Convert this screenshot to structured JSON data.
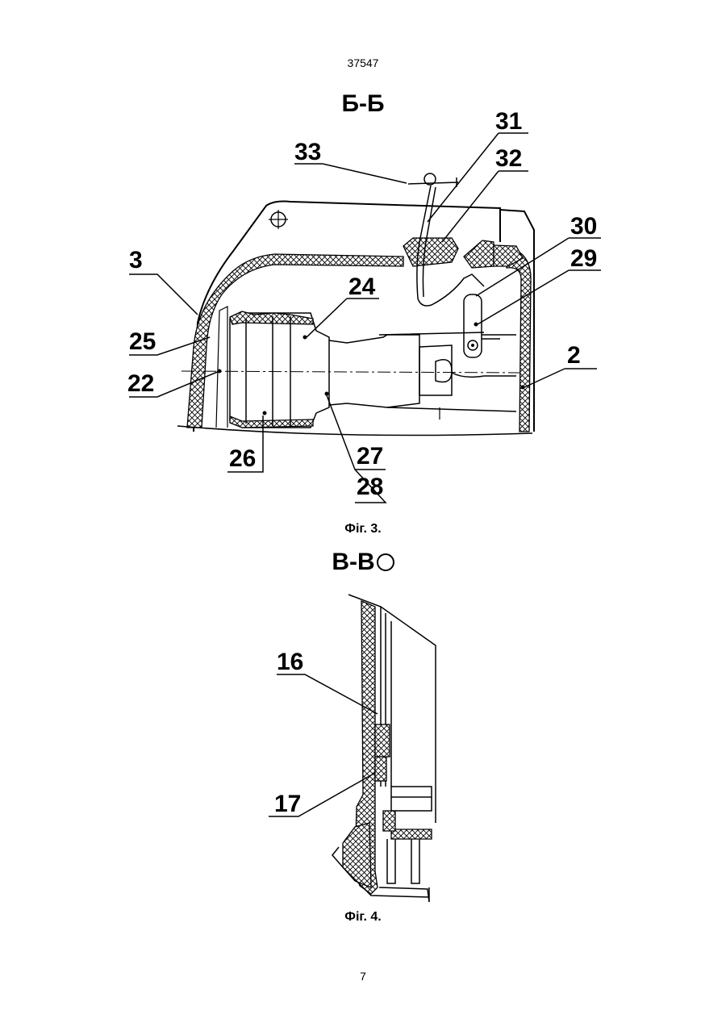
{
  "header": {
    "document_number": "37547"
  },
  "figure3": {
    "section_title": "Б-Б",
    "caption": "Фіг. 3.",
    "labels": [
      "33",
      "31",
      "32",
      "30",
      "29",
      "3",
      "24",
      "25",
      "22",
      "2",
      "26",
      "27",
      "28"
    ]
  },
  "figure4": {
    "section_title": "В-В",
    "caption": "Фіг. 4.",
    "labels": [
      "16",
      "17"
    ]
  },
  "footer": {
    "page_number": "7"
  }
}
